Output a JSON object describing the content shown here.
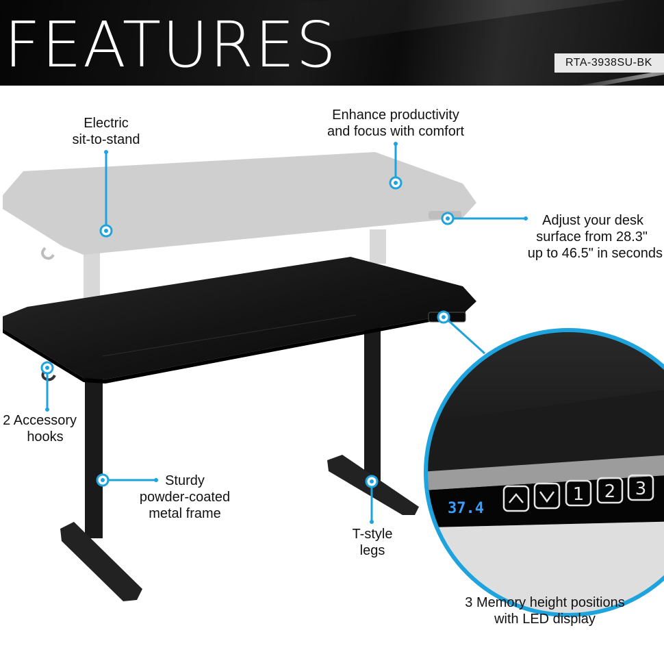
{
  "header": {
    "title": "FEATURES",
    "model": "RTA-3938SU-BK"
  },
  "callouts": {
    "sit_to_stand": {
      "line1": "Electric",
      "line2": "sit-to-stand"
    },
    "productivity": {
      "line1": "Enhance productivity",
      "line2": "and focus with comfort"
    },
    "adjust": {
      "line1": "Adjust your desk",
      "line2": "surface from 28.3\"",
      "line3": "up to 46.5\" in seconds"
    },
    "hooks": {
      "line1": "2 Accessory",
      "line2": "hooks"
    },
    "frame": {
      "line1": "Sturdy",
      "line2": "powder-coated",
      "line3": "metal frame"
    },
    "legs": {
      "line1": "T-style",
      "line2": "legs"
    },
    "memory": {
      "line1": "3 Memory height positions",
      "line2": "with LED display"
    }
  },
  "control_panel": {
    "led_readout": "37.4",
    "buttons": [
      "^",
      "v",
      "1",
      "2",
      "3"
    ]
  },
  "colors": {
    "accent": "#1ea3dc",
    "header_bg": "#0b0b0b",
    "desk_top": "#111111",
    "ghost_desk": "#cfcfcf",
    "led": "#3aa0ff"
  }
}
